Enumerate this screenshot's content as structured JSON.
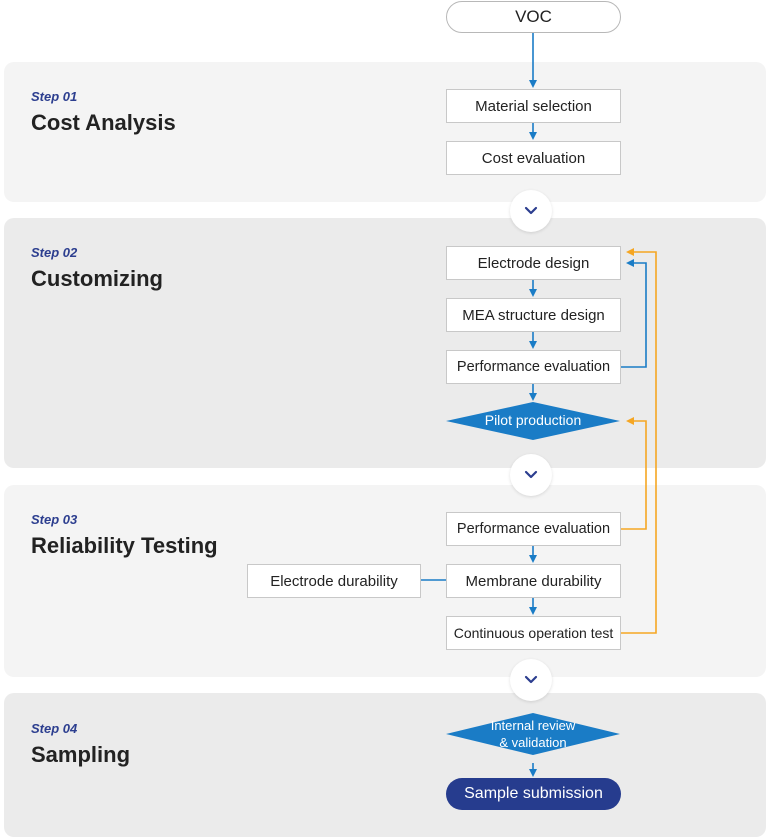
{
  "start": "VOC",
  "steps": [
    {
      "label": "Step 01",
      "title": "Cost Analysis"
    },
    {
      "label": "Step 02",
      "title": "Customizing"
    },
    {
      "label": "Step 03",
      "title": "Reliability Testing"
    },
    {
      "label": "Step 04",
      "title": "Sampling"
    }
  ],
  "nodes": {
    "material_selection": "Material selection",
    "cost_evaluation": "Cost evaluation",
    "electrode_design": "Electrode design",
    "mea_structure_design": "MEA structure design",
    "performance_evaluation_1": "Performance evaluation",
    "pilot_production": "Pilot production",
    "performance_evaluation_2": "Performance evaluation",
    "membrane_durability": "Membrane durability",
    "electrode_durability": "Electrode durability",
    "continuous_operation_test": "Continuous operation test",
    "internal_review_line1": "Internal review",
    "internal_review_line2": "& validation",
    "sample_submission": "Sample submission"
  },
  "colors": {
    "arrow_blue": "#1a7cc6",
    "feedback_orange": "#f5a623",
    "diamond_blue": "#1a7cc6",
    "pill_navy": "#263c8e",
    "step_label": "#2c3e8f"
  }
}
